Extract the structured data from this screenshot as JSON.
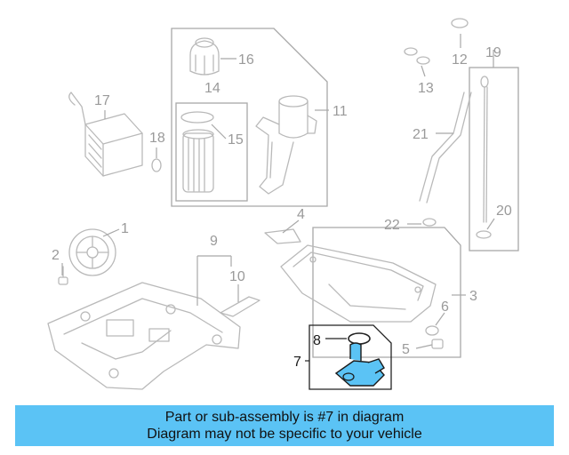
{
  "diagram": {
    "callouts": {
      "c1": "1",
      "c2": "2",
      "c3": "3",
      "c4": "4",
      "c5": "5",
      "c6": "6",
      "c7": "7",
      "c8": "8",
      "c9": "9",
      "c10": "10",
      "c11": "11",
      "c12": "12",
      "c13": "13",
      "c14": "14",
      "c15": "15",
      "c16": "16",
      "c17": "17",
      "c18": "18",
      "c19": "19",
      "c20": "20",
      "c21": "21",
      "c22": "22"
    },
    "highlight_color": "#5bc3f5"
  },
  "banner": {
    "line1": "Part or sub-assembly is #7 in diagram",
    "line2": "Diagram may not be specific to your vehicle",
    "background": "#5bc3f5"
  }
}
